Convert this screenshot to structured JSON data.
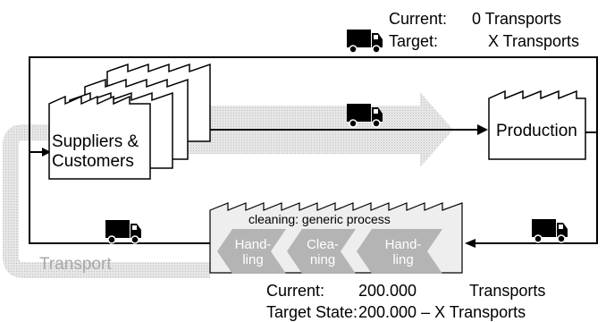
{
  "header_counts": {
    "current_label": "Current:",
    "current_value": "0 Transports",
    "target_label": "Target:",
    "target_value": "X Transports"
  },
  "nodes": {
    "suppliers_line1": "Suppliers &",
    "suppliers_line2": "Customers",
    "production": "Production"
  },
  "process": {
    "title": "cleaning: generic process",
    "steps": [
      "Hand-\nling",
      "Clea-\nning",
      "Hand-\nling"
    ]
  },
  "transport_label": "Transport",
  "footer_counts": {
    "current_label": "Current:",
    "current_value": "200.000",
    "current_unit": "Transports",
    "target_label": "Target State:",
    "target_value": "200.000 – X Transports"
  },
  "icons": [
    "truck-icon",
    "factory-icon",
    "chevron-arrow"
  ],
  "colors": {
    "line": "#000000",
    "flow_arrow": "#d9d9d9",
    "chevron_fill": "#b4b4b4",
    "process_box": "#eeeeee"
  }
}
